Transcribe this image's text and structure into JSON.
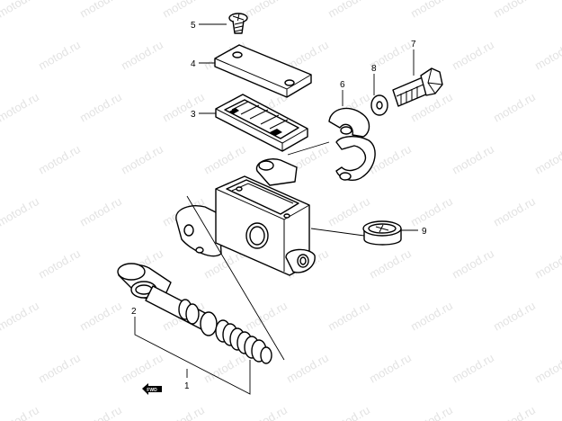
{
  "watermark": "motod.ru",
  "fwd_label": "FWD",
  "callouts": [
    {
      "id": "c1",
      "label": "1"
    },
    {
      "id": "c2",
      "label": "2"
    },
    {
      "id": "c3",
      "label": "3"
    },
    {
      "id": "c4",
      "label": "4"
    },
    {
      "id": "c5",
      "label": "5"
    },
    {
      "id": "c6",
      "label": "6"
    },
    {
      "id": "c7",
      "label": "7"
    },
    {
      "id": "c8",
      "label": "8"
    },
    {
      "id": "c9",
      "label": "9"
    }
  ]
}
